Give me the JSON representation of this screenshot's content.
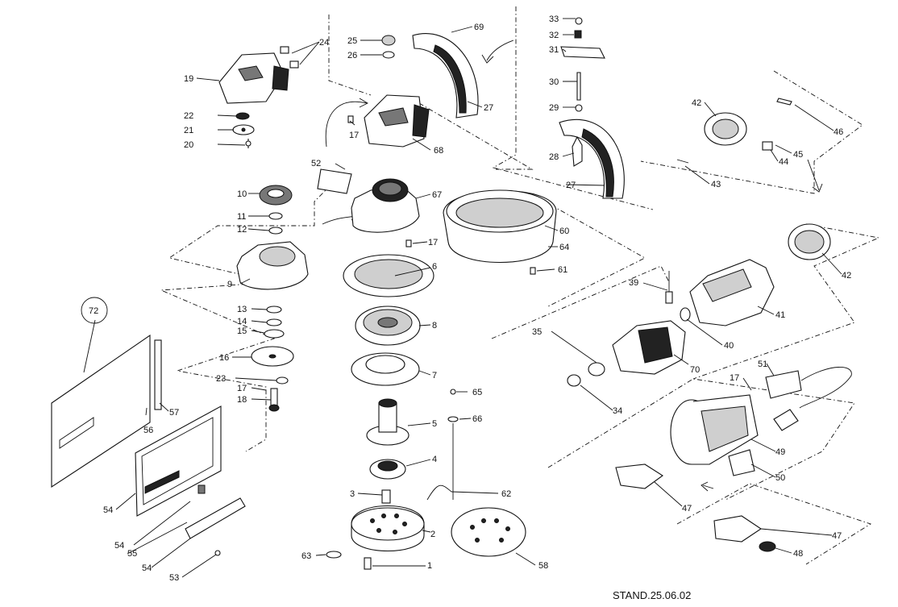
{
  "diagram": {
    "stamp": "STAND.25.06.02",
    "callouts": {
      "c1": "1",
      "c2": "2",
      "c3": "3",
      "c4": "4",
      "c5": "5",
      "c6": "6",
      "c7": "7",
      "c8": "8",
      "c9": "9",
      "c10": "10",
      "c11": "11",
      "c12": "12",
      "c13": "13",
      "c14": "14",
      "c15": "15",
      "c16": "16",
      "c17a": "17",
      "c17b": "17",
      "c17c": "17",
      "c17d": "17",
      "c18": "18",
      "c19": "19",
      "c20": "20",
      "c21": "21",
      "c22": "22",
      "c23": "23",
      "c24": "24",
      "c25": "25",
      "c26": "26",
      "c27a": "27",
      "c27b": "27",
      "c28": "28",
      "c29": "29",
      "c30": "30",
      "c31": "31",
      "c32": "32",
      "c33": "33",
      "c34": "34",
      "c35": "35",
      "c39": "39",
      "c40": "40",
      "c41": "41",
      "c42a": "42",
      "c42b": "42",
      "c43": "43",
      "c44": "44",
      "c45": "45",
      "c46": "46",
      "c47a": "47",
      "c47b": "47",
      "c48": "48",
      "c49": "49",
      "c50": "50",
      "c51": "51",
      "c52": "52",
      "c53": "53",
      "c54a": "54",
      "c54b": "54",
      "c54c": "54",
      "c55": "55",
      "c56": "56",
      "c57": "57",
      "c58": "58",
      "c60": "60",
      "c61": "61",
      "c62": "62",
      "c63": "63",
      "c64": "64",
      "c65": "65",
      "c66": "66",
      "c67": "67",
      "c68": "68",
      "c69": "69",
      "c70": "70",
      "c72": "72"
    }
  }
}
